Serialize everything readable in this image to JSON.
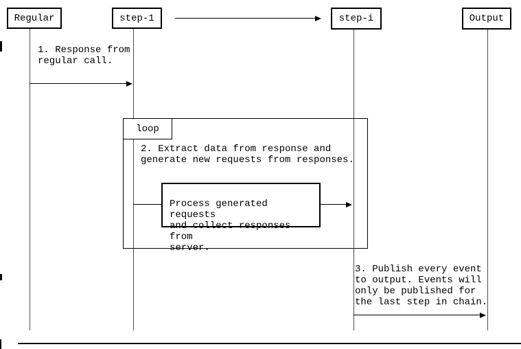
{
  "participants": [
    {
      "id": "regular",
      "label": "Regular"
    },
    {
      "id": "step-1",
      "label": "step-1"
    },
    {
      "id": "step-i",
      "label": "step-i"
    },
    {
      "id": "output",
      "label": "Output"
    }
  ],
  "loop": {
    "label": "loop"
  },
  "messages": [
    {
      "id": "msg1",
      "text": "1. Response from\nregular call."
    },
    {
      "id": "msg2",
      "text": "2. Extract data from response and\ngenerate new requests from responses."
    },
    {
      "id": "action",
      "text": "Process generated requests\nand collect responses from\nserver."
    },
    {
      "id": "msg3",
      "text": "3. Publish every event\nto output. Events will\nonly be published for\nthe last step in chain."
    }
  ],
  "colors": {
    "line": "#000000",
    "lifeline": "#4d4d4d",
    "background": "#ffffff"
  }
}
